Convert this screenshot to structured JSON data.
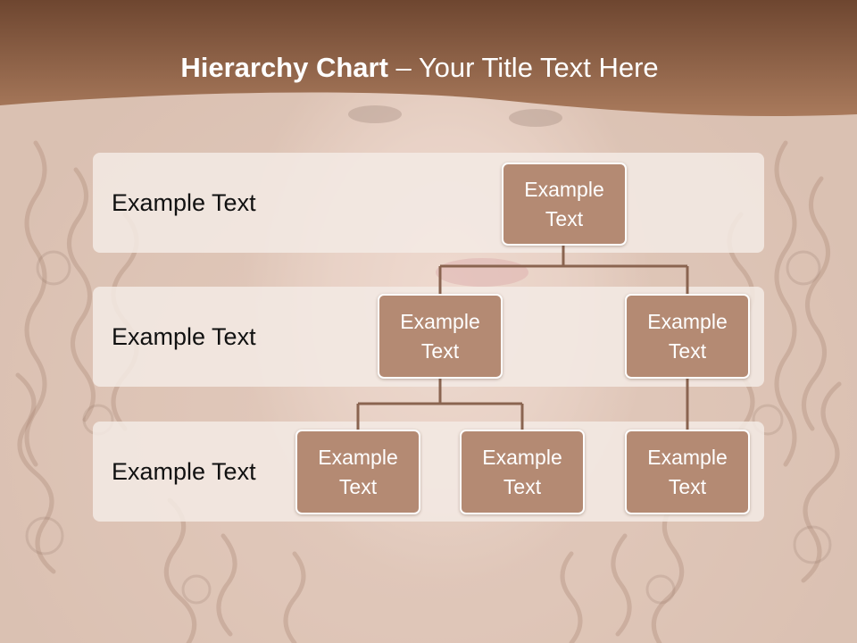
{
  "slide": {
    "title": {
      "bold": "Hierarchy Chart",
      "rest": " – Your Title Text Here"
    },
    "colors": {
      "header": "#8b5e41",
      "node_fill": "#b48a73",
      "band_fill": "#f3eae4",
      "connector": "#8a6450"
    }
  },
  "bands": [
    {
      "label": "Example Text"
    },
    {
      "label": "Example Text"
    },
    {
      "label": "Example Text"
    }
  ],
  "nodes": {
    "root": "Example Text",
    "level2_left": "Example Text",
    "level2_right": "Example Text",
    "level3_left": "Example Text",
    "level3_middle": "Example Text",
    "level3_right": "Example Text"
  }
}
